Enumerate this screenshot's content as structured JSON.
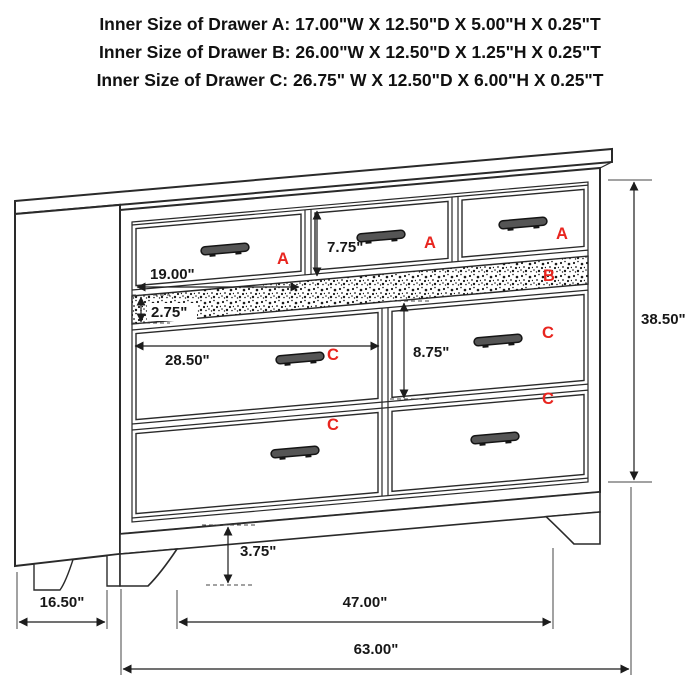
{
  "colors": {
    "drawer_letter": "#e8251f",
    "dimension_text": "#171717"
  },
  "header": {
    "lines": [
      "Inner Size of Drawer A: 17.00\"W X 12.50\"D X 5.00\"H X 0.25\"T",
      "Inner Size of Drawer B: 26.00\"W X 12.50\"D X 1.25\"H X 0.25\"T",
      "Inner Size of Drawer C: 26.75\" W X 12.50\"D X 6.00\"H X 0.25\"T"
    ]
  },
  "diagram": {
    "letters": {
      "a": "A",
      "b": "B",
      "c": "C"
    },
    "dimensions": {
      "drawer_a_width": "19.00\"",
      "drawer_a_height": "7.75\"",
      "drawer_b_height": "2.75\"",
      "drawer_c_width": "28.50\"",
      "drawer_c_height": "8.75\"",
      "overall_height": "38.50\"",
      "base_height": "3.75\"",
      "side_depth": "16.50\"",
      "leg_span": "47.00\"",
      "overall_width": "63.00\""
    }
  }
}
